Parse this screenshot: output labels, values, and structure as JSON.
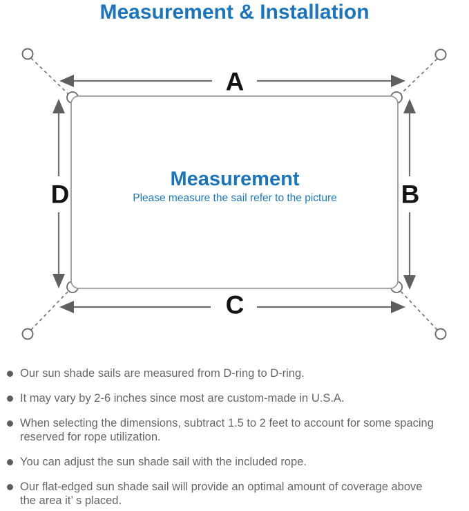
{
  "page_title": "Measurement & Installation",
  "colors": {
    "accent_blue": "#1b75bc",
    "subtitle_blue": "#1d78c1",
    "outline_gray": "#9a9a9a",
    "arrow_gray": "#6a6a6a",
    "note_text_gray": "#666666",
    "dim_label_black": "#141414"
  },
  "diagram": {
    "dimension_labels": {
      "top": "A",
      "right": "B",
      "bottom": "C",
      "left": "D"
    },
    "center_title": "Measurement",
    "center_subtitle": "Please measure the sail refer to the picture",
    "shapes": {
      "sail": "rounded rectangle with D-ring at each corner",
      "anchors": "four corner rings connected by dashed ropes",
      "arrows": "double-headed measurement arrows on all four sides"
    }
  },
  "notes": [
    {
      "text": "Our sun shade sails are measured from D-ring to D-ring."
    },
    {
      "text": "It may vary by 2-6 inches since most are custom-made in U.S.A."
    },
    {
      "text": "When selecting the dimensions, subtract 1.5 to 2 feet to account for some spacing\nreserved for rope utilization."
    },
    {
      "text": "You can adjust the sun shade sail with the included rope."
    },
    {
      "text": "Our flat-edged sun shade sail will provide an optimal amount of coverage above\nthe area it’ s placed."
    }
  ]
}
